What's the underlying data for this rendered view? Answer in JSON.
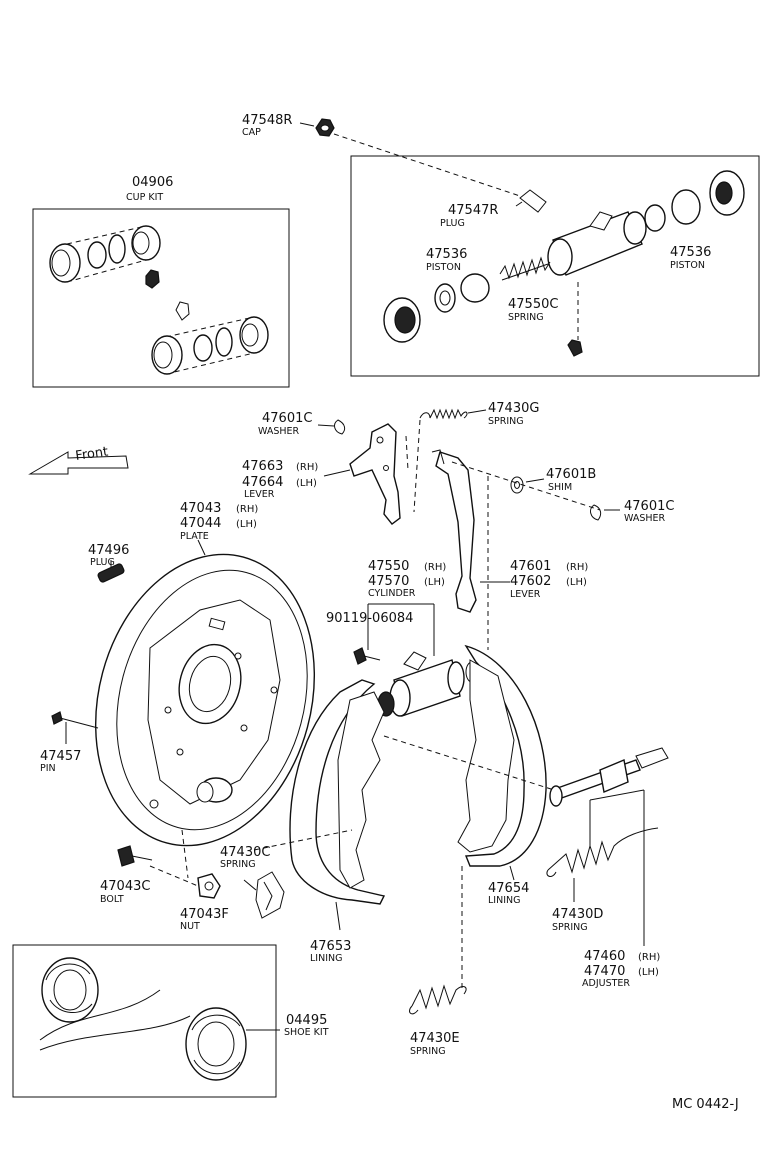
{
  "labels": {
    "cap": {
      "num": "47548R",
      "name": "CAP"
    },
    "cup_kit": {
      "num": "04906",
      "name": "CUP KIT"
    },
    "plug_47547": {
      "num": "47547R",
      "name": "PLUG"
    },
    "piston_left": {
      "num": "47536",
      "name": "PISTON"
    },
    "piston_right": {
      "num": "47536",
      "name": "PISTON"
    },
    "spring_47550c": {
      "num": "47550C",
      "name": "SPRING"
    },
    "washer_47601c_a": {
      "num": "47601C",
      "name": "WASHER"
    },
    "spring_47430g": {
      "num": "47430G",
      "name": "SPRING"
    },
    "lever_47663": {
      "num1": "47663",
      "side1": "(RH)",
      "num2": "47664",
      "side2": "(LH)",
      "name": "LEVER"
    },
    "shim_47601b": {
      "num": "47601B",
      "name": "SHIM"
    },
    "washer_47601c_b": {
      "num": "47601C",
      "name": "WASHER"
    },
    "front": "Front",
    "plate": {
      "num1": "47043",
      "side1": "(RH)",
      "num2": "47044",
      "side2": "(LH)",
      "name": "PLATE"
    },
    "plug_47496": {
      "num": "47496",
      "name": "PLUG"
    },
    "cylinder": {
      "num1": "47550",
      "side1": "(RH)",
      "num2": "47570",
      "side2": "(LH)",
      "name": "CYLINDER"
    },
    "lever_47601": {
      "num1": "47601",
      "side1": "(RH)",
      "num2": "47602",
      "side2": "(LH)",
      "name": "LEVER"
    },
    "bolt_90119": {
      "num": "90119-06084"
    },
    "pin_47457": {
      "num": "47457",
      "name": "PIN"
    },
    "spring_47430c": {
      "num": "47430C",
      "name": "SPRING"
    },
    "bolt_47043c": {
      "num": "47043C",
      "name": "BOLT"
    },
    "nut_47043f": {
      "num": "47043F",
      "name": "NUT"
    },
    "lining_47654": {
      "num": "47654",
      "name": "LINING"
    },
    "spring_47430d": {
      "num": "47430D",
      "name": "SPRING"
    },
    "lining_47653": {
      "num": "47653",
      "name": "LINING"
    },
    "adjuster": {
      "num1": "47460",
      "side1": "(RH)",
      "num2": "47470",
      "side2": "(LH)",
      "name": "ADJUSTER"
    },
    "shoe_kit": {
      "num": "04495",
      "name": "SHOE KIT"
    },
    "spring_47430e": {
      "num": "47430E",
      "name": "SPRING"
    },
    "drawing_code": "MC 0442-J"
  }
}
